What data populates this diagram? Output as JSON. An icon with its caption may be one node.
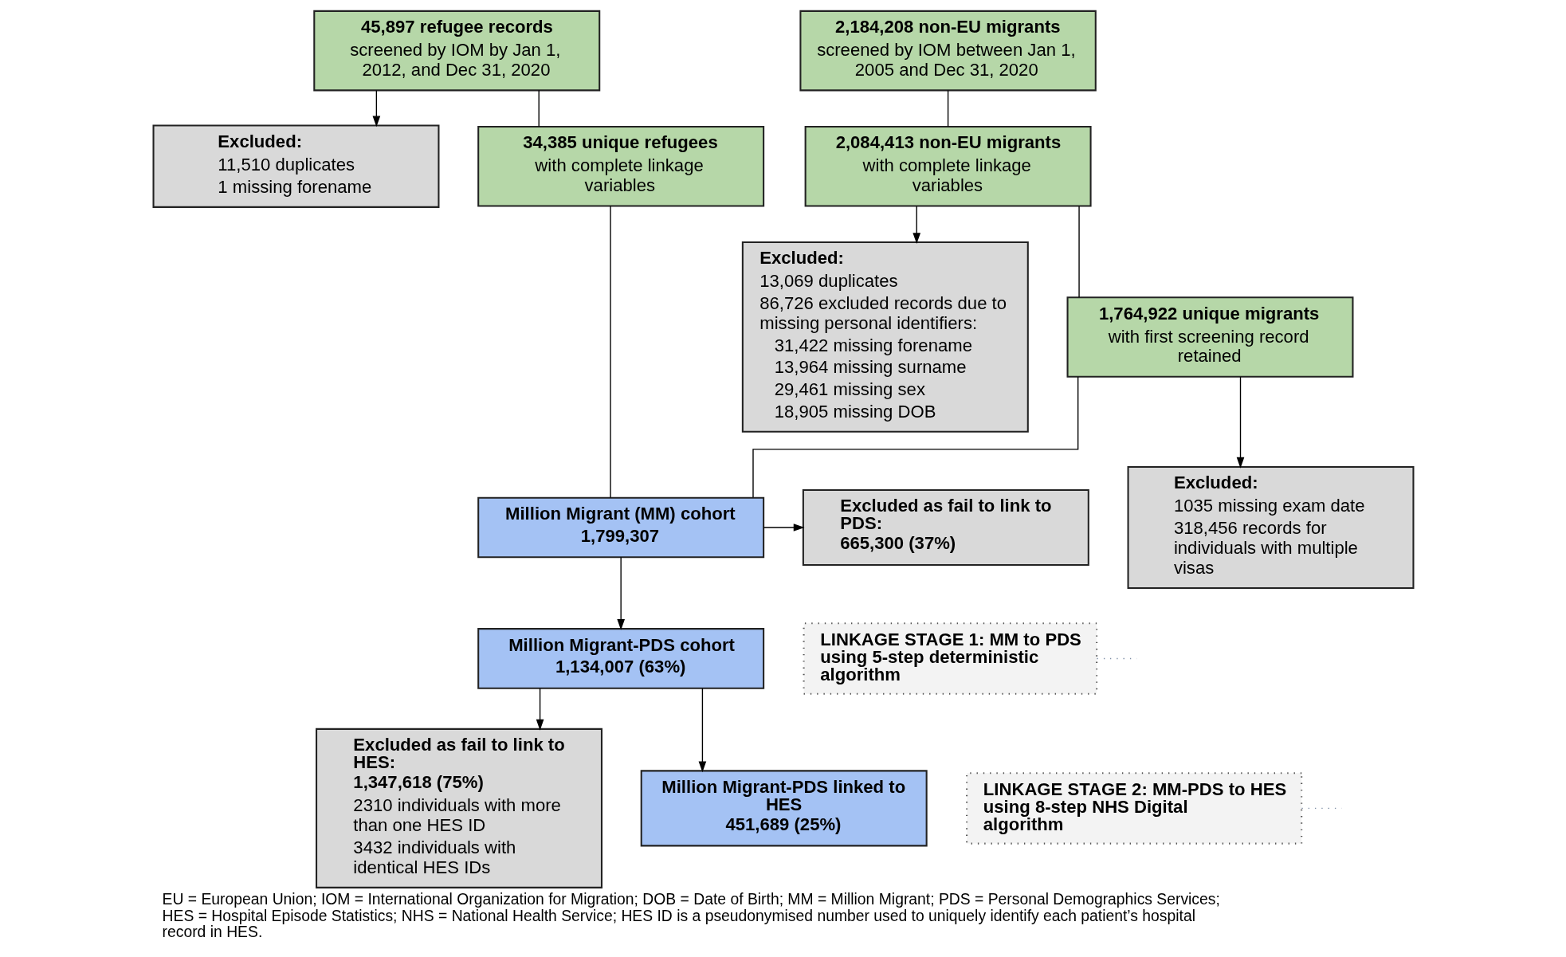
{
  "diagram": {
    "caption": "EU = European Union; IOM = International Organization for Migration; DOB = Date of Birth; MM = Million Migrant; PDS = Personal Demographics Services; HES = Hospital Episode Statistics; NHS = National Health Service; HES ID is a pseudonymised number used to uniquely identify each patient’s hospital record in HES.",
    "nodes": [
      {
        "text": [
          "45,897 refugee records",
          "screened by IOM by Jan 1, 2012, and Dec 31, 2020"
        ]
      },
      {
        "text": [
          "2,184,208 non-EU migrants",
          "screened by IOM between Jan 1, 2005 and Dec 31, 2020"
        ]
      },
      {
        "text": [
          "Excluded:",
          "11,510 duplicates",
          "1 missing forename"
        ]
      },
      {
        "text": [
          "34,385 unique refugees",
          "with complete linkage variables"
        ]
      },
      {
        "text": [
          "2,084,413 non-EU migrants",
          "with complete linkage variables"
        ]
      },
      {
        "text": [
          "Excluded:",
          "13,069 duplicates",
          "86,726 excluded records due to missing personal identifiers:",
          "31,422 missing forename",
          "13,964 missing surname",
          "29,461 missing sex",
          "18,905 missing DOB"
        ]
      },
      {
        "text": [
          "1,764,922 unique migrants",
          "with first screening record retained"
        ]
      },
      {
        "text": [
          "Excluded:",
          "1035 missing exam date",
          "318,456 records for individuals with multiple visas"
        ]
      },
      {
        "text": [
          "Million Migrant (MM) cohort",
          "1,799,307"
        ]
      },
      {
        "text": [
          "Excluded as fail to link to PDS:",
          "665,300 (37%)"
        ]
      },
      {
        "text": [
          "Million Migrant-PDS cohort",
          "1,134,007 (63%)"
        ]
      },
      {
        "text": [
          "LINKAGE STAGE 1: MM to PDS using 5-step deterministic algorithm"
        ]
      },
      {
        "text": [
          "Excluded as fail to link to HES:",
          "1,347,618 (75%)",
          "2310 individuals with more than one HES ID",
          "3432 individuals with identical HES IDs"
        ]
      },
      {
        "text": [
          "Million Migrant-PDS linked to HES",
          "451,689 (25%)"
        ]
      },
      {
        "text": [
          "LINKAGE STAGE 2: MM-PDS to HES using 8-step NHS Digital algorithm"
        ]
      }
    ],
    "edges": [
      {
        "from": 0,
        "to": 2,
        "arrow": "to"
      },
      {
        "from": 0,
        "to": 3,
        "arrow": "none"
      },
      {
        "from": 1,
        "to": 4,
        "arrow": "none"
      },
      {
        "from": 4,
        "to": 5,
        "arrow": "to"
      },
      {
        "from": 4,
        "to": 6,
        "arrow": "none"
      },
      {
        "from": 6,
        "to": 7,
        "arrow": "to"
      },
      {
        "from": 3,
        "to": 8,
        "arrow": "none"
      },
      {
        "from": 6,
        "to": 8,
        "arrow": "none"
      },
      {
        "from": 8,
        "to": 9,
        "arrow": "to"
      },
      {
        "from": 8,
        "to": 10,
        "arrow": "to"
      },
      {
        "from": 11,
        "to": null,
        "arrow": "none",
        "style": "dashed",
        "color": "#7f8fa6"
      },
      {
        "from": 10,
        "to": 12,
        "arrow": "to"
      },
      {
        "from": 10,
        "to": 13,
        "arrow": "to"
      },
      {
        "from": 14,
        "to": null,
        "arrow": "none",
        "style": "dashed",
        "color": "#7f8fa6"
      }
    ]
  }
}
